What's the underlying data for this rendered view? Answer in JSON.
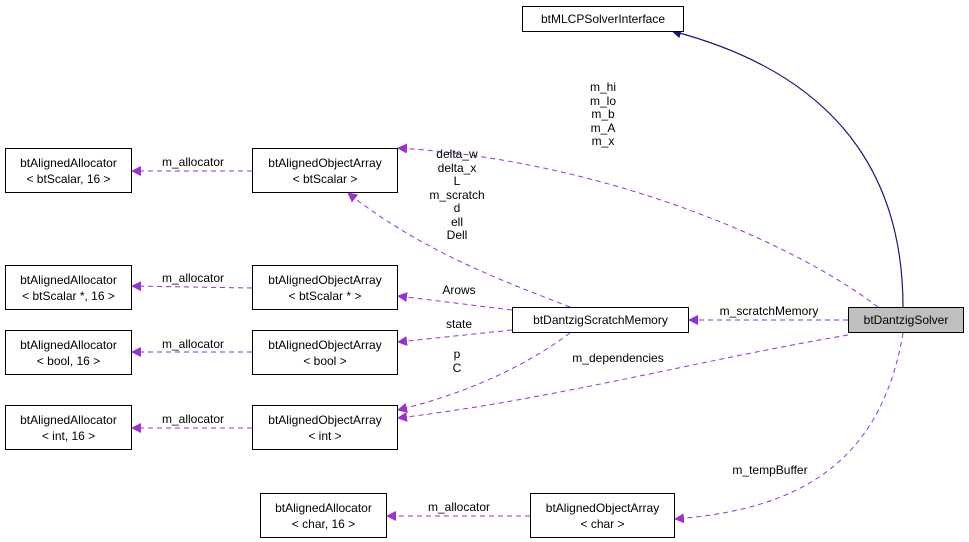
{
  "nodes": {
    "mlcp_interface": {
      "lines": [
        "btMLCPSolverInterface"
      ]
    },
    "dantzig_solver": {
      "lines": [
        "btDantzigSolver"
      ]
    },
    "scratch_memory": {
      "lines": [
        "btDantzigScratchMemory"
      ]
    },
    "array_scalar": {
      "lines": [
        "btAlignedObjectArray",
        "< btScalar >"
      ]
    },
    "array_scalar_ptr": {
      "lines": [
        "btAlignedObjectArray",
        "< btScalar * >"
      ]
    },
    "array_bool": {
      "lines": [
        "btAlignedObjectArray",
        "< bool >"
      ]
    },
    "array_int": {
      "lines": [
        "btAlignedObjectArray",
        "< int >"
      ]
    },
    "array_char": {
      "lines": [
        "btAlignedObjectArray",
        "< char >"
      ]
    },
    "alloc_scalar": {
      "lines": [
        "btAlignedAllocator",
        "< btScalar, 16 >"
      ]
    },
    "alloc_scalar_ptr": {
      "lines": [
        "btAlignedAllocator",
        "< btScalar *, 16 >"
      ]
    },
    "alloc_bool": {
      "lines": [
        "btAlignedAllocator",
        "< bool, 16 >"
      ]
    },
    "alloc_int": {
      "lines": [
        "btAlignedAllocator",
        "< int, 16 >"
      ]
    },
    "alloc_char": {
      "lines": [
        "btAlignedAllocator",
        "< char, 16 >"
      ]
    }
  },
  "edge_labels": {
    "solver_members": [
      "m_hi",
      "m_lo",
      "m_b",
      "m_A",
      "m_x"
    ],
    "scratch_scalar": [
      "delta_w",
      "delta_x",
      "L",
      "m_scratch",
      "d",
      "ell",
      "Dell"
    ],
    "arows": [
      "Arows"
    ],
    "state": [
      "state"
    ],
    "p_c": [
      "p",
      "C"
    ],
    "m_scratch_memory": [
      "m_scratchMemory"
    ],
    "m_dependencies": [
      "m_dependencies"
    ],
    "m_temp_buffer": [
      "m_tempBuffer"
    ],
    "alloc_scalar": [
      "m_allocator"
    ],
    "alloc_scalar_ptr": [
      "m_allocator"
    ],
    "alloc_bool": [
      "m_allocator"
    ],
    "alloc_int": [
      "m_allocator"
    ],
    "alloc_char": [
      "m_allocator"
    ]
  },
  "colors": {
    "inheritance_edge": "#191970",
    "usage_edge": "#9a32cd",
    "highlight_fill": "#bfbfbf"
  }
}
